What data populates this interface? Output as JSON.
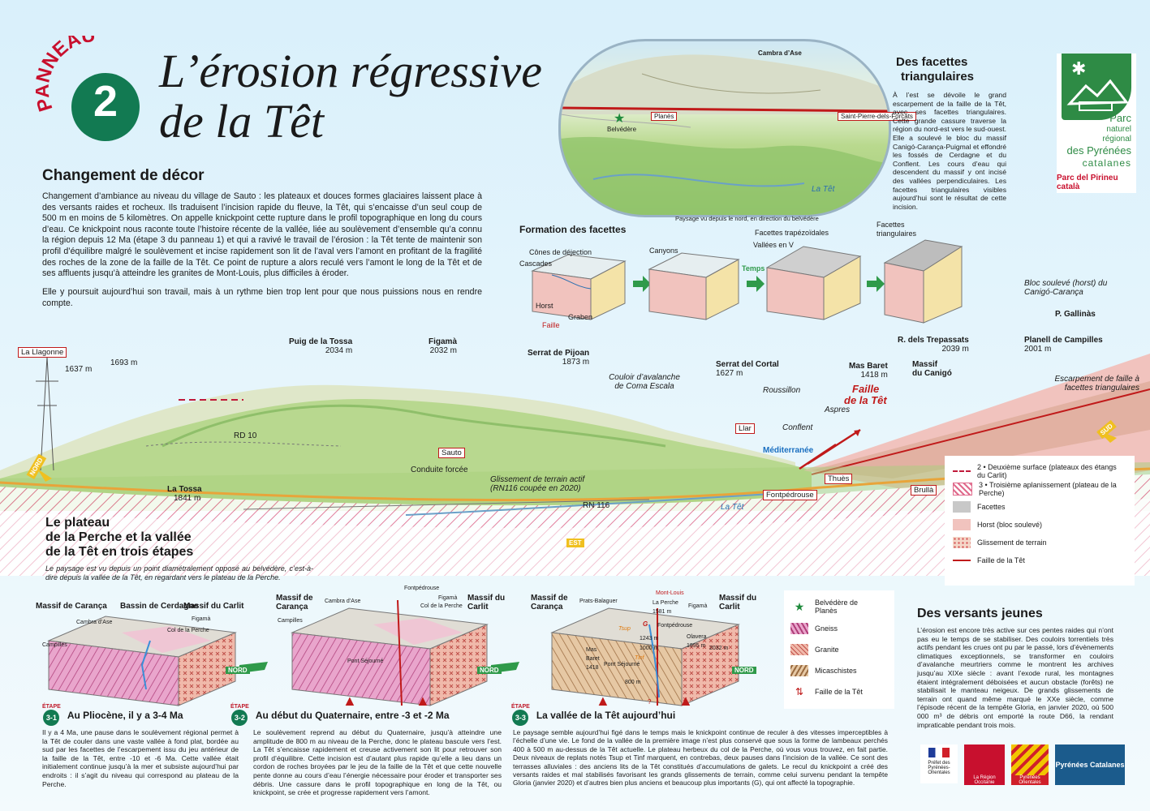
{
  "header": {
    "panel_word": "PANNEAU",
    "panel_number": "2",
    "title_line1": "L’érosion régressive",
    "title_line2": "de la Têt"
  },
  "logo": {
    "line1": "Parc",
    "line2": "naturel",
    "line3": "régional",
    "line4": "des Pyrénées",
    "line5": "catalanes",
    "tagline": "Parc del Pirineu català"
  },
  "changement": {
    "heading": "Changement de décor",
    "p1": "Changement d’ambiance au niveau du village de Sauto : les plateaux et douces formes glaciaires laissent place à des versants raides et rocheux. Ils traduisent l’incision rapide du fleuve, la Têt, qui s’encaisse d’un seul coup de 500 m en moins de 5 kilomètres. On appelle knickpoint cette rupture dans le profil topographique en long du cours d’eau. Ce knickpoint nous raconte toute l’histoire récente de la vallée, liée au soulèvement d’ensemble qu’a connu la région depuis 12 Ma (étape 3 du panneau 1) et qui a ravivé le travail de l’érosion : la Têt tente de maintenir son profil d’équilibre malgré le soulèvement et incise rapidement son lit de l’aval vers l’amont en profitant de la fragilité des roches de la zone de la faille de la Têt. Ce point de rupture a alors reculé vers l’amont le long de la Têt et de ses affluents jusqu’à atteindre les granites de Mont-Louis, plus difficiles à éroder.",
    "p2": "Elle y poursuit aujourd’hui son travail, mais à un rythme bien trop lent pour que nous puissions nous en rendre compte."
  },
  "panorama_top": {
    "labels": [
      "Cambra d’Ase",
      "Belvédère",
      "Planès",
      "Saint-Pierre-dels-Forcats",
      "La Têt"
    ],
    "caption": "Paysage vu depuis le nord, en direction du belvédère"
  },
  "facettes": {
    "heading_l1": "Des facettes",
    "heading_l2": "triangulaires",
    "text": "À l’est se dévoile le grand escarpement de la faille de la Têt, avec ses facettes triangulaires. Cette grande cassure traverse la région du nord-est vers le sud-ouest. Elle a soulevé le bloc du massif Canigó-Carança-Puigmal et effondré les fossés de Cerdagne et du Conflent. Les cours d’eau qui descendent du massif y ont incisé des vallées perpendiculaires. Les facettes triangulaires visibles aujourd’hui sont le résultat de cette incision."
  },
  "formation": {
    "heading": "Formation des facettes",
    "labels": [
      "Cônes de déjection",
      "Cascades",
      "Horst",
      "Graben",
      "Faille",
      "Canyons",
      "Temps",
      "Facettes trapézoïdales",
      "Vallées en V",
      "Facettes triangulaires"
    ]
  },
  "panorama": {
    "peaks": [
      {
        "name": "La Llagonne",
        "alt": ""
      },
      {
        "name": "",
        "alt": "1637 m"
      },
      {
        "name": "",
        "alt": "1693 m"
      },
      {
        "name": "Puig de la Tossa",
        "alt": "2034 m"
      },
      {
        "name": "Figamà",
        "alt": "2032 m"
      },
      {
        "name": "Serrat de Pijoan",
        "alt": "1873 m"
      },
      {
        "name": "Serrat del Cortal",
        "alt": "1627 m"
      },
      {
        "name": "Mas Baret",
        "alt": "1418 m"
      },
      {
        "name": "R. dels Trepassats",
        "alt": "2039 m"
      },
      {
        "name": "Planell de Campilles",
        "alt": "2001 m"
      },
      {
        "name": "P. Gallinàs",
        "alt": ""
      },
      {
        "name": "Massif",
        "alt": "du Canigó"
      }
    ],
    "labels": {
      "couloir": "Couloir d’avalanche de Coma Escala",
      "roussillon": "Roussillon",
      "conflent": "Conflent",
      "aspres": "Aspres",
      "mediterranee": "Méditerranée",
      "faille_l1": "Faille",
      "faille_l2": "de la Têt",
      "llar": "Llar",
      "bloc": "Bloc soulevé (horst) du Canigó-Carança",
      "escarpement": "Escarpement de faille à facettes triangulaires",
      "rd10": "RD 10",
      "sauto": "Sauto",
      "conduite": "Conduite forcée",
      "glissement": "Glissement de terrain actif (RN116 coupée en 2020)",
      "latossa": "La Tossa",
      "latossa_alt": "1841 m",
      "rn116": "RN 116",
      "latet": "La Têt",
      "fontpedrouse": "Fontpédrouse",
      "thues": "Thuès",
      "brulla": "Brullà",
      "nord": "NORD",
      "sud": "SUD",
      "est": "EST"
    }
  },
  "legend_right": [
    {
      "label": "2 • Deuxième surface (plateaux des étangs du Carlit)",
      "color": "#c01a3a",
      "kind": "dash"
    },
    {
      "label": "3 • Troisième aplanissement (plateau de la Perche)",
      "color": "#e8a0a8",
      "kind": "hatch"
    },
    {
      "label": "Facettes",
      "color": "#c8c8c8",
      "kind": "fill"
    },
    {
      "label": "Horst (bloc soulevé)",
      "color": "#f1c3be",
      "kind": "fill"
    },
    {
      "label": "Glissement de terrain",
      "color": "#f4d7c8",
      "kind": "dots"
    },
    {
      "label": "Faille de la Têt",
      "color": "#c01a1a",
      "kind": "fault"
    }
  ],
  "plateau": {
    "heading_l1": "Le plateau",
    "heading_l2": "de la Perche et la vallée",
    "heading_l3": "de la Têt en trois étapes",
    "intro": "Le paysage est vu depuis un point diamétralement opposé au belvédère, c’est-à-dire depuis la vallée de la Têt, en regardant vers le plateau de la Perche."
  },
  "steps": [
    {
      "badge": "3-1",
      "etape": "ÉTAPE",
      "title": "Au Pliocène, il y a 3-4 Ma",
      "labels": [
        "Massif de Carança",
        "Bassin de Cerdagne",
        "Massif du Carlit",
        "Cambra d’Ase",
        "Figamà",
        "Col de la Perche",
        "Campilles",
        "NORD"
      ],
      "text": "Il y a 4 Ma, une pause dans le soulèvement régional permet à la Têt de couler dans une vaste vallée à fond plat, bordée au sud par les facettes de l’escarpement issu du jeu antérieur de la faille de la Têt, entre -10 et -6 Ma. Cette vallée était initialement continue jusqu’à la mer et subsiste aujourd’hui par endroits : il s’agit du niveau qui correspond au plateau de la Perche."
    },
    {
      "badge": "3-2",
      "etape": "ÉTAPE",
      "title": "Au début du Quaternaire, entre -3 et -2 Ma",
      "labels": [
        "Massif de Carança",
        "Fontpédrouse",
        "Massif du Carlit",
        "Cambra d’Ase",
        "Figamà",
        "Col de la Perche",
        "Campilles",
        "Pont Séjourné",
        "NORD"
      ],
      "text": "Le soulèvement reprend au début du Quaternaire, jusqu’à atteindre une amplitude de 800 m au niveau de la Perche, donc le plateau bascule vers l’est. La Têt s’encaisse rapidement et creuse activement son lit pour retrouver son profil d’équilibre. Cette incision est d’autant plus rapide qu’elle a lieu dans un cordon de roches broyées par le jeu de la faille de la Têt et que cette nouvelle pente donne au cours d’eau l’énergie nécessaire pour éroder et transporter ses débris. Une cassure dans le profil topographique en long de la Têt, ou knickpoint, se crée et progresse rapidement vers l’amont."
    },
    {
      "badge": "3-3",
      "etape": "ÉTAPE",
      "title": "La vallée de la Têt aujourd’hui",
      "labels": [
        "Massif de Carança",
        "Prats-Balaguer",
        "Mont-Louis",
        "La Perche 1581 m",
        "Massif du Carlit",
        "Figamà",
        "Fontpédrouse",
        "Mas Baret 1418",
        "Tsup",
        "Tinf",
        "1243 m",
        "1000 m",
        "Olavera 1995 m",
        "2032 m",
        "Pont Séjourné",
        "800 m",
        "G",
        "?",
        "NORD"
      ],
      "text": "Le paysage semble aujourd’hui figé dans le temps mais le knickpoint continue de reculer à des vitesses imperceptibles à l’échelle d’une vie. Le fond de la vallée de la première image n’est plus conservé que sous la forme de lambeaux perchés 400 à 500 m au-dessus de la Têt actuelle. Le plateau herbeux du col de la Perche, où vous vous trouvez, en fait partie. Deux niveaux de replats notés Tsup et Tinf marquent, en contrebas, deux pauses dans l’incision de la vallée. Ce sont des terrasses alluviales : des anciens lits de la Têt constitués d’accumulations de galets. Le recul du knickpoint a créé des versants raides et mal stabilisés favorisant les grands glissements de terrain, comme celui survenu pendant la tempête Gloria (janvier 2020) et d’autres bien plus anciens et beaucoup plus importants (G), qui ont affecté la topographie."
    }
  ],
  "legend_geo": [
    {
      "label": "Belvédère de Planès",
      "color": "#1f8a3c",
      "kind": "star"
    },
    {
      "label": "Gneiss",
      "color": "#d57ab0",
      "kind": "hatch"
    },
    {
      "label": "Granite",
      "color": "#e6a090",
      "kind": "cross"
    },
    {
      "label": "Micaschistes",
      "color": "#d6b08a",
      "kind": "hatch"
    },
    {
      "label": "Faille de la Têt",
      "color": "#c01a1a",
      "kind": "fault"
    }
  ],
  "versants": {
    "heading": "Des versants jeunes",
    "text": "L’érosion est encore très active sur ces pentes raides qui n’ont pas eu le temps de se stabiliser. Des couloirs torrentiels très actifs pendant les crues ont pu par le passé, lors d’évènements climatiques exceptionnels, se transformer en couloirs d’avalanche meurtriers comme le montrent les archives jusqu’au XIXe siècle : avant l’exode rural, les montagnes étaient intégralement déboisées et aucun obstacle (forêts) ne stabilisait le manteau neigeux. De grands glissements de terrain ont quand même marqué le XXe siècle, comme l’épisode récent de la tempête Gloria, en janvier 2020, où 500 000 m³ de débris ont emporté la route D66, la rendant impraticable pendant trois mois."
  },
  "partners": [
    "Préfet des Pyrénées-Orientales",
    "La Région Occitanie",
    "Pyrénées Orientales",
    "Pyrénées Catalanes"
  ],
  "colors": {
    "green_badge": "#127a52",
    "red_panneau": "#c8102e",
    "fault": "#c01a1a",
    "sky": "#d9f0fb",
    "hatch": "#e06a8c"
  }
}
